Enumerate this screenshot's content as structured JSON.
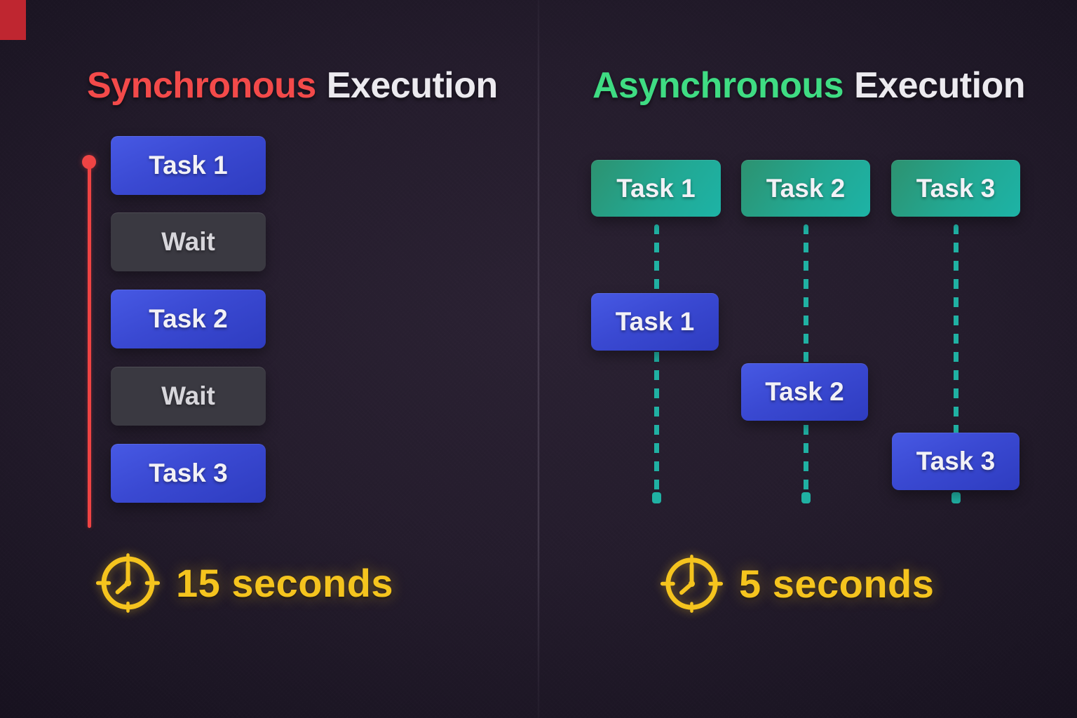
{
  "left_panel": {
    "title": {
      "highlight": "Synchronous",
      "rest": "Execution"
    },
    "sequence": [
      {
        "type": "task",
        "label": "Task 1"
      },
      {
        "type": "wait",
        "label": "Wait"
      },
      {
        "type": "task",
        "label": "Task 2"
      },
      {
        "type": "wait",
        "label": "Wait"
      },
      {
        "type": "task",
        "label": "Task 3"
      }
    ],
    "timer": {
      "icon": "clock-icon",
      "label": "15 seconds"
    }
  },
  "right_panel": {
    "title": {
      "highlight": "Asynchronous",
      "rest": "Execution"
    },
    "lanes": [
      {
        "start_label": "Task 1",
        "run_label": "Task 1"
      },
      {
        "start_label": "Task 2",
        "run_label": "Task 2"
      },
      {
        "start_label": "Task 3",
        "run_label": "Task 3"
      }
    ],
    "timer": {
      "icon": "clock-icon",
      "label": "5 seconds"
    }
  },
  "colors": {
    "background": "#1d1622",
    "sync_highlight": "#f34a4a",
    "async_highlight": "#3fdc83",
    "title_text": "#eceaef",
    "task_blue": "#3a49d2",
    "start_teal": "#22a893",
    "wait_gray": "#3c3b43",
    "timeline_red": "#ef4343",
    "dash_teal": "#20b1a3",
    "timer_yellow": "#f5c41e",
    "corner_marker": "#bf2630"
  }
}
